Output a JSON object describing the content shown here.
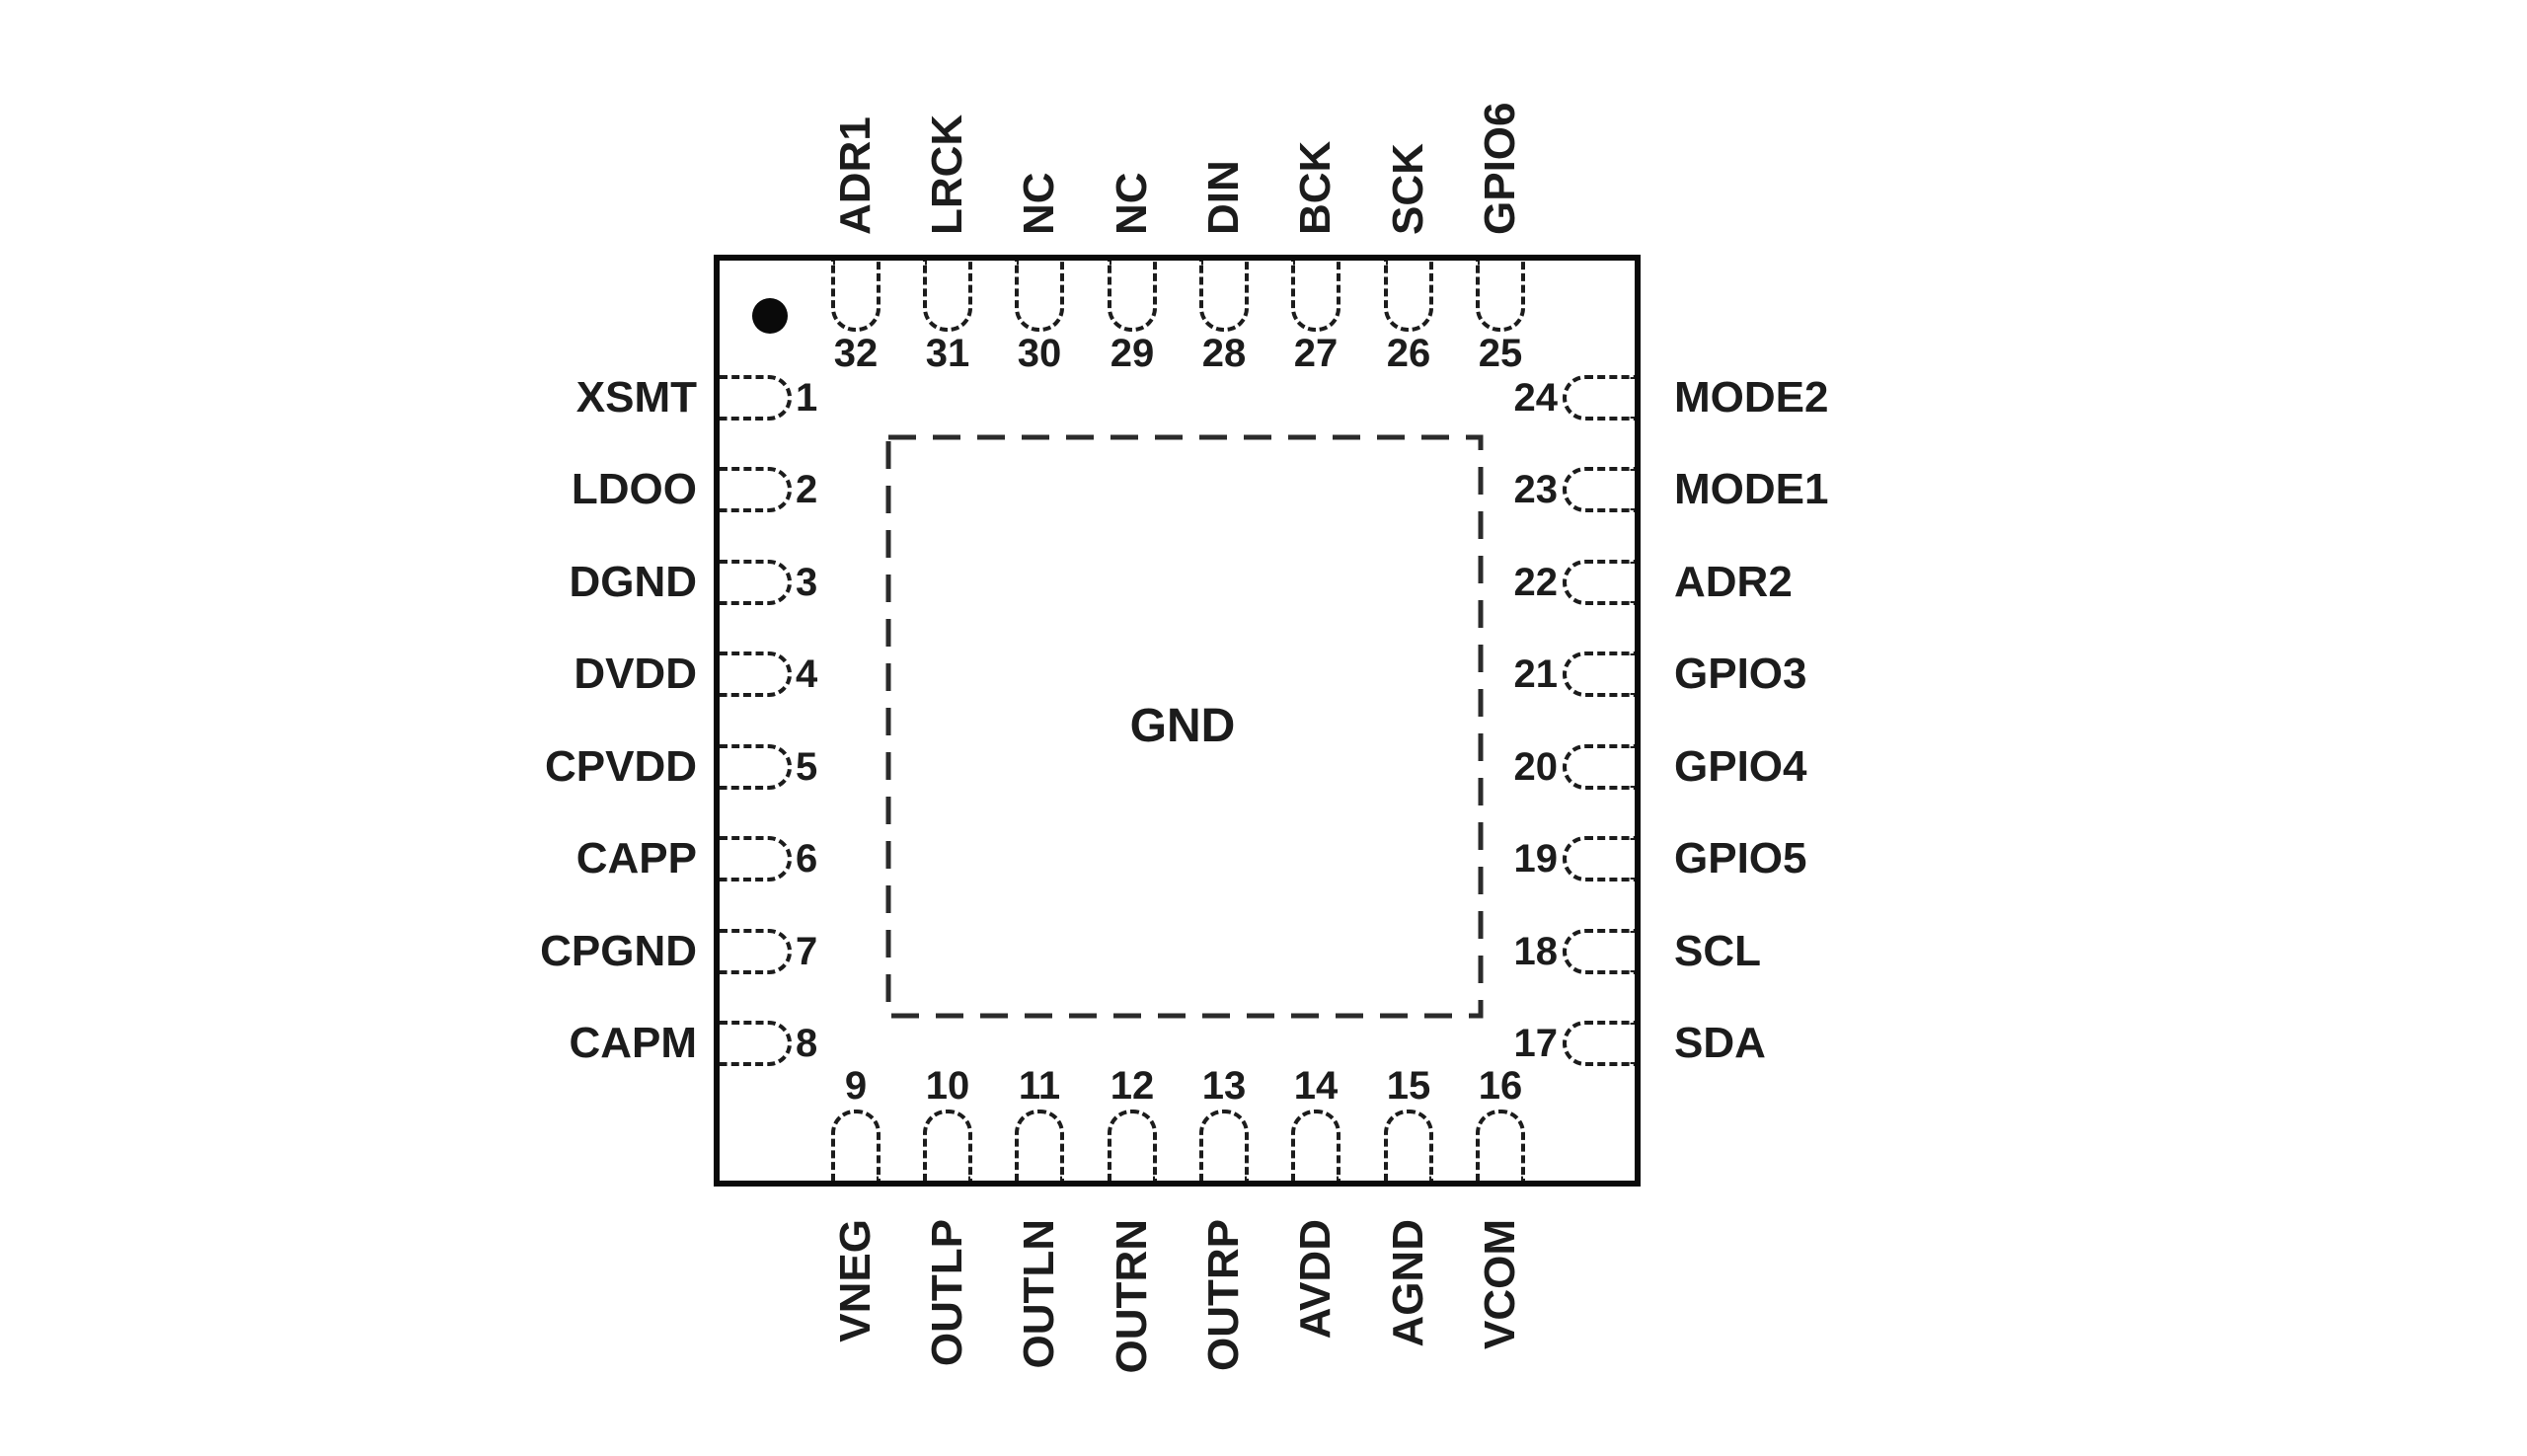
{
  "diagram": {
    "type": "ic-package-pinout",
    "package_center_label": "GND",
    "colors": {
      "ink": "#1c1c1c",
      "background": "#ffffff"
    },
    "pin1_marker_icon": "filled-dot",
    "pins": {
      "top": [
        {
          "num": "32",
          "label": "ADR1"
        },
        {
          "num": "31",
          "label": "LRCK"
        },
        {
          "num": "30",
          "label": "NC"
        },
        {
          "num": "29",
          "label": "NC"
        },
        {
          "num": "28",
          "label": "DIN"
        },
        {
          "num": "27",
          "label": "BCK"
        },
        {
          "num": "26",
          "label": "SCK"
        },
        {
          "num": "25",
          "label": "GPIO6"
        }
      ],
      "left": [
        {
          "num": "1",
          "label": "XSMT"
        },
        {
          "num": "2",
          "label": "LDOO"
        },
        {
          "num": "3",
          "label": "DGND"
        },
        {
          "num": "4",
          "label": "DVDD"
        },
        {
          "num": "5",
          "label": "CPVDD"
        },
        {
          "num": "6",
          "label": "CAPP"
        },
        {
          "num": "7",
          "label": "CPGND"
        },
        {
          "num": "8",
          "label": "CAPM"
        }
      ],
      "right": [
        {
          "num": "24",
          "label": "MODE2"
        },
        {
          "num": "23",
          "label": "MODE1"
        },
        {
          "num": "22",
          "label": "ADR2"
        },
        {
          "num": "21",
          "label": "GPIO3"
        },
        {
          "num": "20",
          "label": "GPIO4"
        },
        {
          "num": "19",
          "label": "GPIO5"
        },
        {
          "num": "18",
          "label": "SCL"
        },
        {
          "num": "17",
          "label": "SDA"
        }
      ],
      "bottom": [
        {
          "num": "9",
          "label": "VNEG"
        },
        {
          "num": "10",
          "label": "OUTLP"
        },
        {
          "num": "11",
          "label": "OUTLN"
        },
        {
          "num": "12",
          "label": "OUTRN"
        },
        {
          "num": "13",
          "label": "OUTRP"
        },
        {
          "num": "14",
          "label": "AVDD"
        },
        {
          "num": "15",
          "label": "AGND"
        },
        {
          "num": "16",
          "label": "VCOM"
        }
      ]
    }
  }
}
